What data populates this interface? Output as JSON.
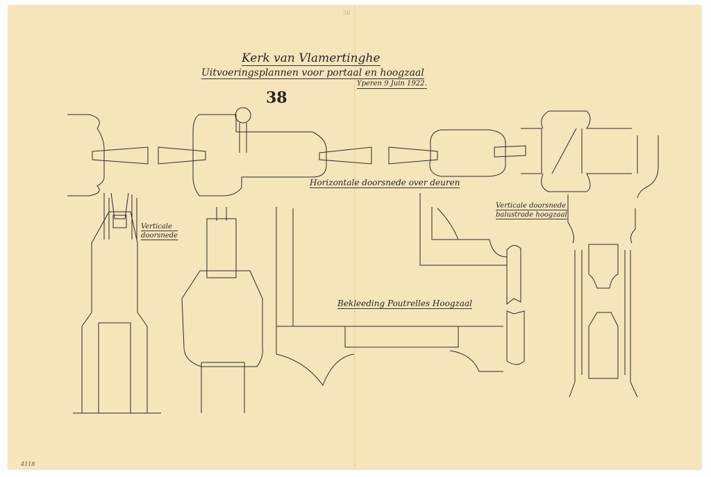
{
  "header": {
    "title": "Kerk van Vlamertinghe",
    "subtitle": "Uitvoeringsplannen voor portaal en hoogzaal",
    "date": "Yperen 9 Juin 1922.",
    "sheet_number": "38",
    "corner_mark": "38"
  },
  "labels": {
    "horizontal_section": "Horizontale doorsnede over deuren",
    "vertical_section_line1": "Verticale",
    "vertical_section_line2": "doorsnede",
    "balustrade_line1": "Verticale doorsnede",
    "balustrade_line2": "balustrade hoogzaal",
    "cladding": "Bekleeding Poutrelles Hoogzaal"
  },
  "archive_ref": "4118"
}
